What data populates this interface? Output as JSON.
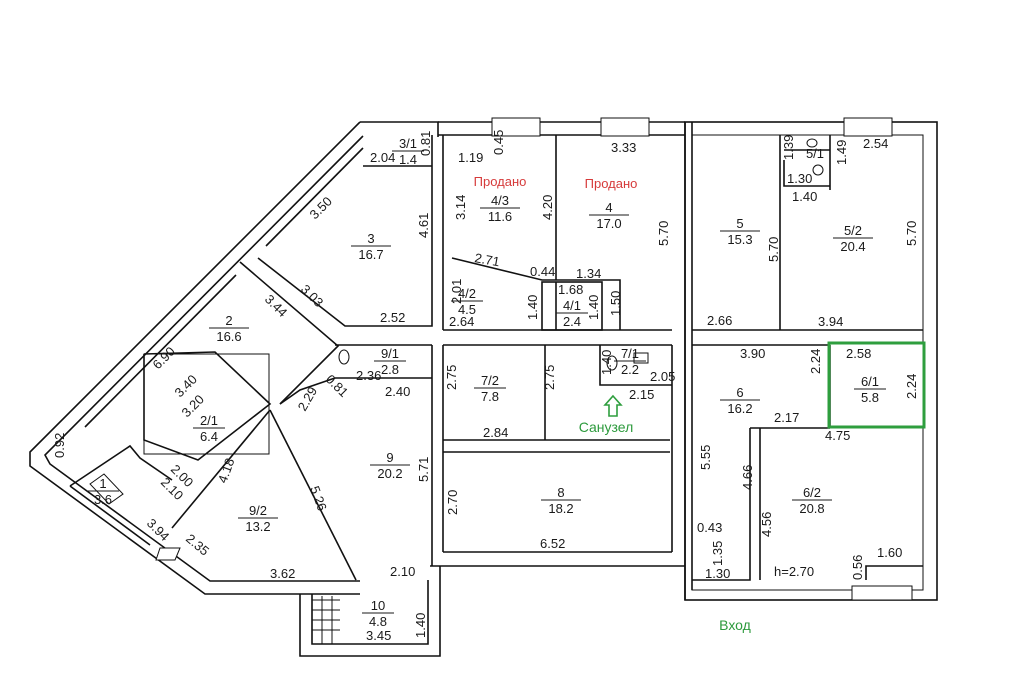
{
  "colors": {
    "wall": "#111111",
    "sold": "#d63a3a",
    "highlight": "#2e9e3e",
    "text": "#1a1a1a"
  },
  "rooms": [
    {
      "number": "3/1",
      "area": "1.4"
    },
    {
      "number": "3",
      "area": "16.7"
    },
    {
      "number": "2",
      "area": "16.6"
    },
    {
      "number": "2/1",
      "area": "6.4"
    },
    {
      "number": "1",
      "area": "3.6"
    },
    {
      "number": "4/3",
      "area": "11.6"
    },
    {
      "number": "4",
      "area": "17.0"
    },
    {
      "number": "4/2",
      "area": "4.5"
    },
    {
      "number": "4/1",
      "area": "2.4"
    },
    {
      "number": "5",
      "area": "15.3"
    },
    {
      "number": "5/1",
      "area": ""
    },
    {
      "number": "5/2",
      "area": "20.4"
    },
    {
      "number": "9/1",
      "area": "2.8"
    },
    {
      "number": "9",
      "area": "20.2"
    },
    {
      "number": "9/2",
      "area": "13.2"
    },
    {
      "number": "7/2",
      "area": "7.8"
    },
    {
      "number": "7/1",
      "area": "2.2"
    },
    {
      "number": "8",
      "area": "18.2"
    },
    {
      "number": "6",
      "area": "16.2"
    },
    {
      "number": "6/1",
      "area": "5.8"
    },
    {
      "number": "6/2",
      "area": "20.8"
    },
    {
      "number": "10",
      "area": "4.8"
    }
  ],
  "labels": {
    "sold": "Продано",
    "bathroom": "Санузел",
    "entrance": "Вход"
  },
  "dimensions": [
    "2.04",
    "0.81",
    "1.19",
    "0.45",
    "3.33",
    "1.39",
    "1.49",
    "2.54",
    "3.50",
    "4.61",
    "3.14",
    "4.20",
    "5.70",
    "5.70",
    "1.30",
    "1.40",
    "5.70",
    "3.03",
    "2.52",
    "2.71",
    "0.44",
    "1.34",
    "1.68",
    "2.01",
    "1.40",
    "1.40",
    "1.50",
    "2.64",
    "2.66",
    "3.94",
    "3.44",
    "6.90",
    "3.40",
    "3.20",
    "2.00",
    "0.92",
    "2.10",
    "3.94",
    "2.36",
    "0.81",
    "2.40",
    "2.29",
    "4.18",
    "5.26",
    "5.71",
    "2.35",
    "3.62",
    "2.10",
    "2.75",
    "2.75",
    "2.84",
    "2.15",
    "2.05",
    "1.40",
    "3.90",
    "2.24",
    "2.58",
    "2.24",
    "2.17",
    "4.75",
    "5.55",
    "4.66",
    "4.56",
    "2.70",
    "6.52",
    "0.43",
    "1.35",
    "1.30",
    "h=2.70",
    "0.56",
    "1.60",
    "1.40",
    "3.45"
  ]
}
